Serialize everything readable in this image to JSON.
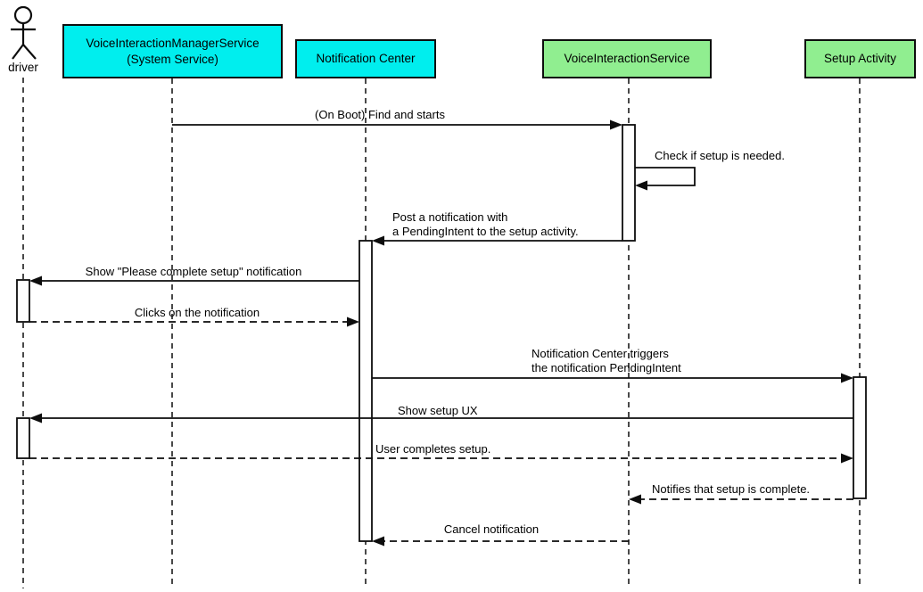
{
  "diagram": {
    "kind": "uml-sequence-diagram",
    "participants": [
      {
        "id": "driver",
        "label": "driver",
        "type": "actor",
        "fill": "#ffffff"
      },
      {
        "id": "voice-interaction-manager-service",
        "label": "VoiceInteractionManagerService\n(System Service)",
        "type": "box",
        "fill": "#00eeee"
      },
      {
        "id": "notification-center",
        "label": "Notification Center",
        "type": "box",
        "fill": "#00eeee"
      },
      {
        "id": "voice-interaction-service",
        "label": "VoiceInteractionService",
        "type": "box",
        "fill": "#90ee90"
      },
      {
        "id": "setup-activity",
        "label": "Setup Activity",
        "type": "box",
        "fill": "#90ee90"
      }
    ],
    "messages": [
      {
        "from": "voice-interaction-manager-service",
        "to": "voice-interaction-service",
        "style": "solid",
        "text": "(On Boot) Find and starts"
      },
      {
        "from": "voice-interaction-service",
        "to": "voice-interaction-service",
        "style": "solid-self",
        "text": "Check if setup is needed."
      },
      {
        "from": "voice-interaction-service",
        "to": "notification-center",
        "style": "solid",
        "text": "Post a notification with\na PendingIntent to the setup activity."
      },
      {
        "from": "notification-center",
        "to": "driver",
        "style": "solid",
        "text": "Show \"Please complete setup\" notification"
      },
      {
        "from": "driver",
        "to": "notification-center",
        "style": "dashed",
        "text": "Clicks on the notification"
      },
      {
        "from": "notification-center",
        "to": "setup-activity",
        "style": "solid",
        "text": "Notification Center triggers\nthe notification PendingIntent"
      },
      {
        "from": "setup-activity",
        "to": "driver",
        "style": "solid",
        "text": "Show setup UX"
      },
      {
        "from": "driver",
        "to": "setup-activity",
        "style": "dashed",
        "text": "User completes setup."
      },
      {
        "from": "setup-activity",
        "to": "voice-interaction-service",
        "style": "dashed",
        "text": "Notifies that setup is complete."
      },
      {
        "from": "voice-interaction-service",
        "to": "notification-center",
        "style": "dashed",
        "text": "Cancel notification"
      }
    ],
    "colors": {
      "cyan": "#00eeee",
      "green": "#90ee90",
      "line": "#0d0d0d",
      "background": "#ffffff"
    }
  }
}
